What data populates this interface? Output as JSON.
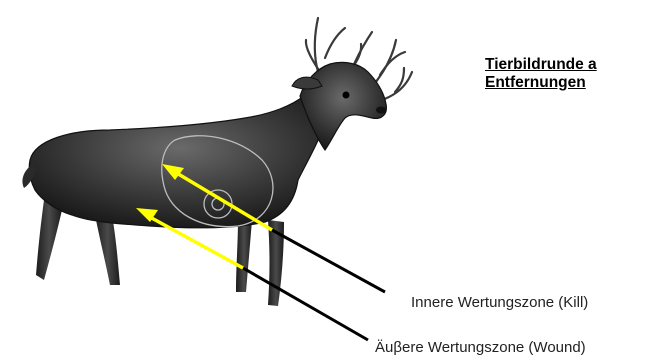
{
  "heading": {
    "line1": "Tierbildrunde a",
    "line2": "Entfernungen"
  },
  "labels": {
    "inner_zone": "Innere Wertungszone (Kill)",
    "outer_zone": "Äuβere Wertungszone (Wound)"
  },
  "colors": {
    "arrow_fill": "#ffff00",
    "arrow_line": "#000000",
    "deer_body": "#2b2b2b"
  },
  "icons": {
    "target": "deer-target-icon"
  }
}
